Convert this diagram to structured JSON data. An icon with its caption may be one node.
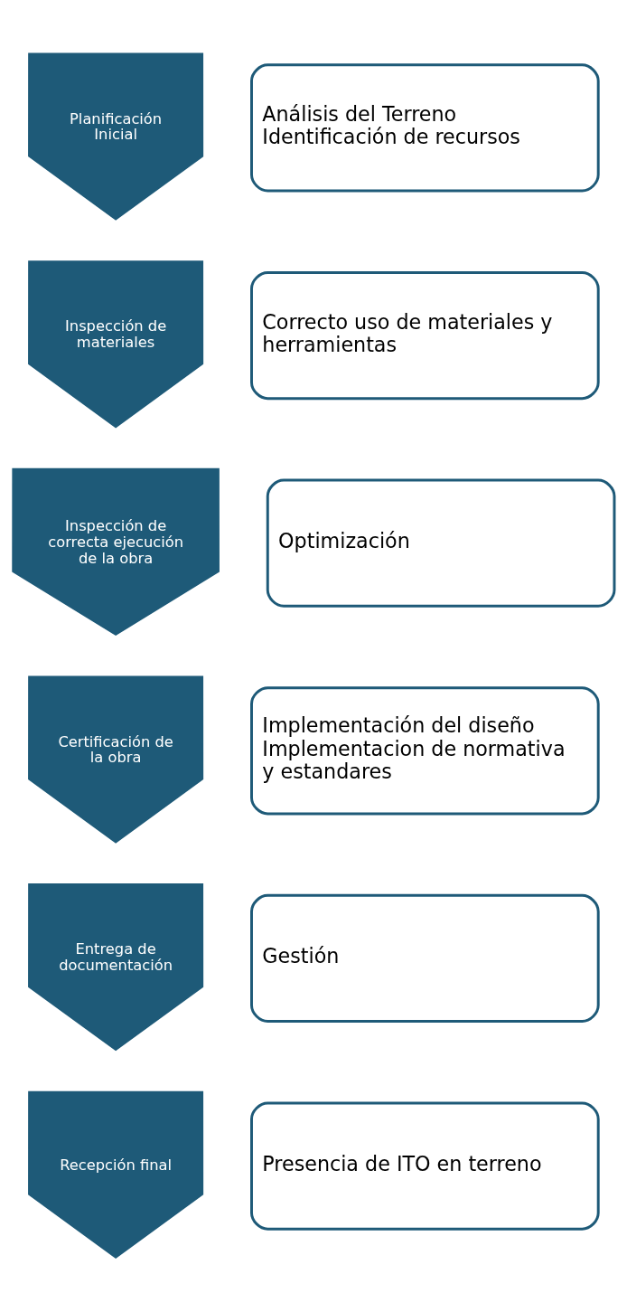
{
  "diagram": {
    "nodes": [
      {
        "text": [
          "Planificación Inicial"
        ]
      },
      {
        "text": [
          "Análisis del Terreno",
          "Identificación de recursos"
        ]
      },
      {
        "text": [
          "Inspección de materiales"
        ]
      },
      {
        "text": [
          "Correcto uso de materiales y herramientas"
        ]
      },
      {
        "text": [
          "Inspección de correcta ejecución de la obra"
        ]
      },
      {
        "text": [
          "Optimización"
        ]
      },
      {
        "text": [
          "Certificación de la obra"
        ]
      },
      {
        "text": [
          "Implementación del diseño",
          "Implementacion de normativa y estandares"
        ]
      },
      {
        "text": [
          "Entrega de documentación"
        ]
      },
      {
        "text": [
          "Gestión"
        ]
      },
      {
        "text": [
          "Recepción final"
        ]
      },
      {
        "text": [
          "Presencia de ITO en terreno"
        ]
      }
    ],
    "edges": []
  }
}
